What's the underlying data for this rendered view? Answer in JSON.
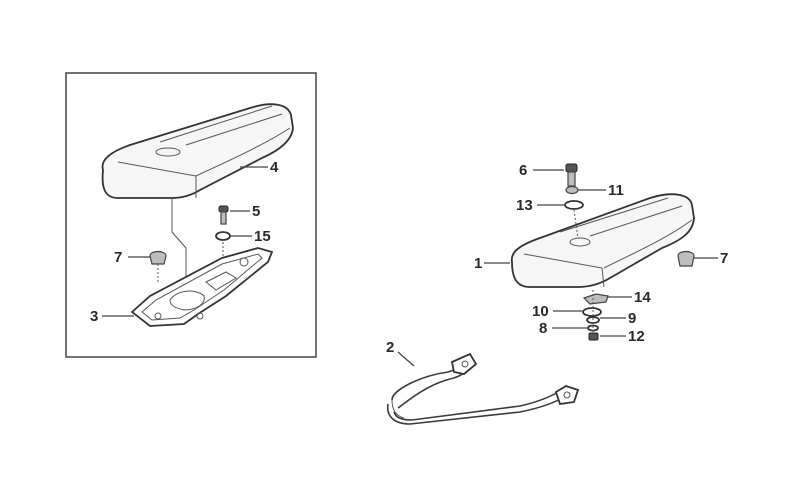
{
  "callouts": {
    "c4": "4",
    "c5": "5",
    "c15": "15",
    "c7_left": "7",
    "c3": "3",
    "c6": "6",
    "c11": "11",
    "c13": "13",
    "c1": "1",
    "c7_right": "7",
    "c14": "14",
    "c10": "10",
    "c9": "9",
    "c8": "8",
    "c12": "12",
    "c2": "2"
  }
}
